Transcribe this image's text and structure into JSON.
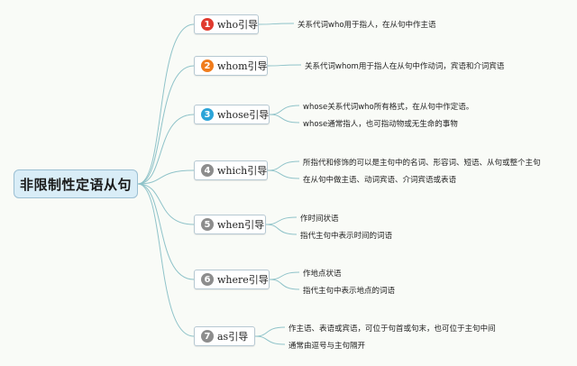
{
  "root": {
    "label": "非限制性定语从句"
  },
  "colors": {
    "line": "#8fc3c9",
    "badge_red": "#e03a2e",
    "badge_orange": "#f07c1c",
    "badge_blue": "#2ca4d8",
    "badge_gray": "#8d8d8d"
  },
  "branches": [
    {
      "number": "1",
      "label": "who引导",
      "badge_color": "#e03a2e",
      "details": [
        "关系代词who用于指人，在从句中作主语"
      ]
    },
    {
      "number": "2",
      "label": "whom引导",
      "badge_color": "#f07c1c",
      "details": [
        "关系代词whom用于指人在从句中作动词，宾语和介词宾语"
      ]
    },
    {
      "number": "3",
      "label": "whose引导",
      "badge_color": "#2ca4d8",
      "details": [
        "whose关系代词who所有格式，在从句中作定语。",
        "whose通常指人，也可指动物或无生命的事物"
      ]
    },
    {
      "number": "4",
      "label": "which引导",
      "badge_color": "#8d8d8d",
      "details": [
        "所指代和修饰的可以是主句中的名词、形容词、短语、从句或整个主句",
        "在从句中做主语、动词宾语、介词宾语或表语"
      ]
    },
    {
      "number": "5",
      "label": "when引导",
      "badge_color": "#8d8d8d",
      "details": [
        "作时间状语",
        "指代主句中表示时间的词语"
      ]
    },
    {
      "number": "6",
      "label": "where引导",
      "badge_color": "#8d8d8d",
      "details": [
        "作地点状语",
        "指代主句中表示地点的词语"
      ]
    },
    {
      "number": "7",
      "label": "as引导",
      "badge_color": "#8d8d8d",
      "details": [
        "作主语、表语或宾语，可位于句首或句末，也可位于主句中间",
        "通常由逗号与主句隔开"
      ]
    }
  ]
}
